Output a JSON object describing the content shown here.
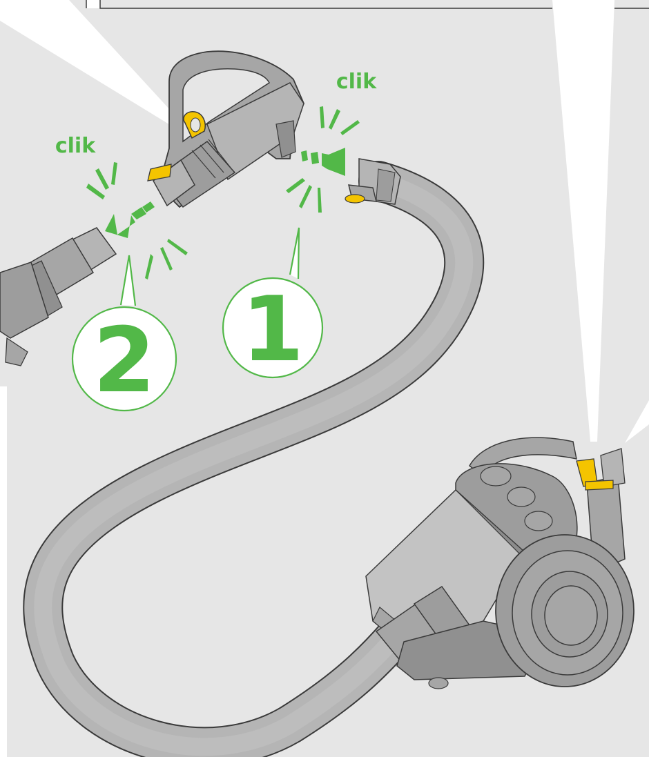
{
  "labels": {
    "clik_1": "clik",
    "clik_2": "clik"
  },
  "steps": {
    "step_1": "1",
    "step_2": "2"
  },
  "colors": {
    "background_panel": "#e6e6e6",
    "accent_green": "#52b848",
    "hose_gray": "#b5b5b5",
    "body_gray": "#a6a6a6",
    "yellow": "#f4c400",
    "outline": "#3a3a3a"
  }
}
